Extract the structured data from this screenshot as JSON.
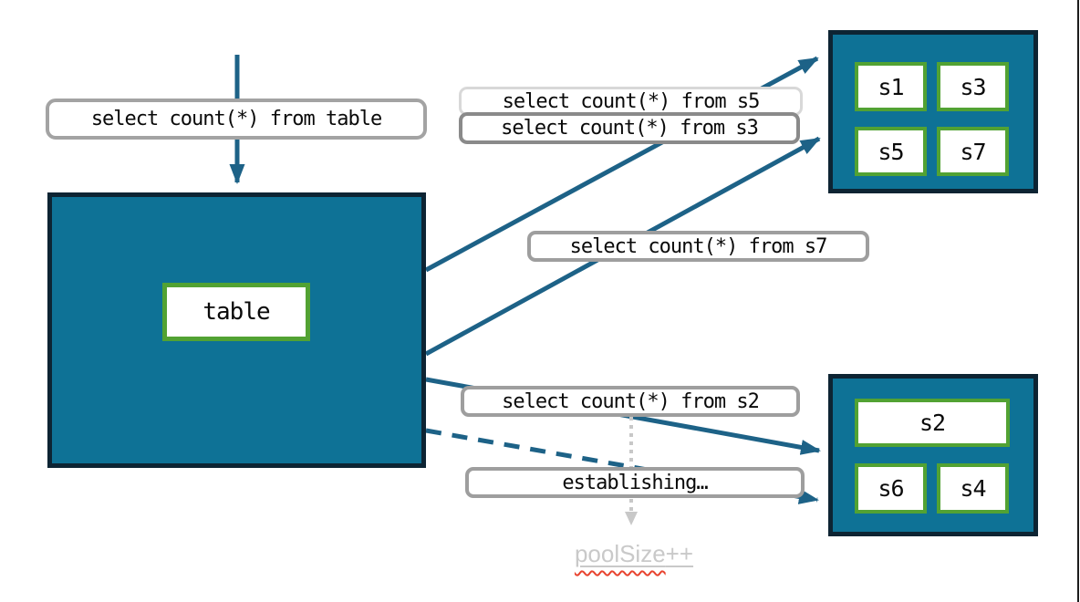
{
  "diagram": {
    "title_hint": "query fan-out from table to shard connection pools",
    "query_labels": {
      "table": "select count(*) from table",
      "s5": "select count(*) from s5",
      "s3": "select count(*) from s3",
      "s7": "select count(*) from s7",
      "s2": "select count(*) from s2",
      "establishing": "establishing…"
    },
    "table_box": {
      "label": "table"
    },
    "shard_group_top": {
      "shards": [
        {
          "label": "s1"
        },
        {
          "label": "s3"
        },
        {
          "label": "s5"
        },
        {
          "label": "s7"
        }
      ]
    },
    "shard_group_bottom": {
      "shards": [
        {
          "label": "s2"
        },
        {
          "label": "s6"
        },
        {
          "label": "s4"
        }
      ]
    },
    "pool_size": {
      "word": "poolSize",
      "suffix": "++"
    },
    "colors": {
      "box_fill_teal": "#0e7296",
      "box_border_navy": "#0d2433",
      "shard_border_green": "#52a233",
      "arrow_blue": "#1d6287",
      "pill_border_gray": "#9e9e9e",
      "pill_border_light": "#d8d8d8",
      "pill_border_dark": "#8a8a8a",
      "dotted_arrow_gray": "#c8c8c8",
      "pool_text_gray": "#c9c9c9",
      "squiggle_red": "#e8432f"
    }
  }
}
